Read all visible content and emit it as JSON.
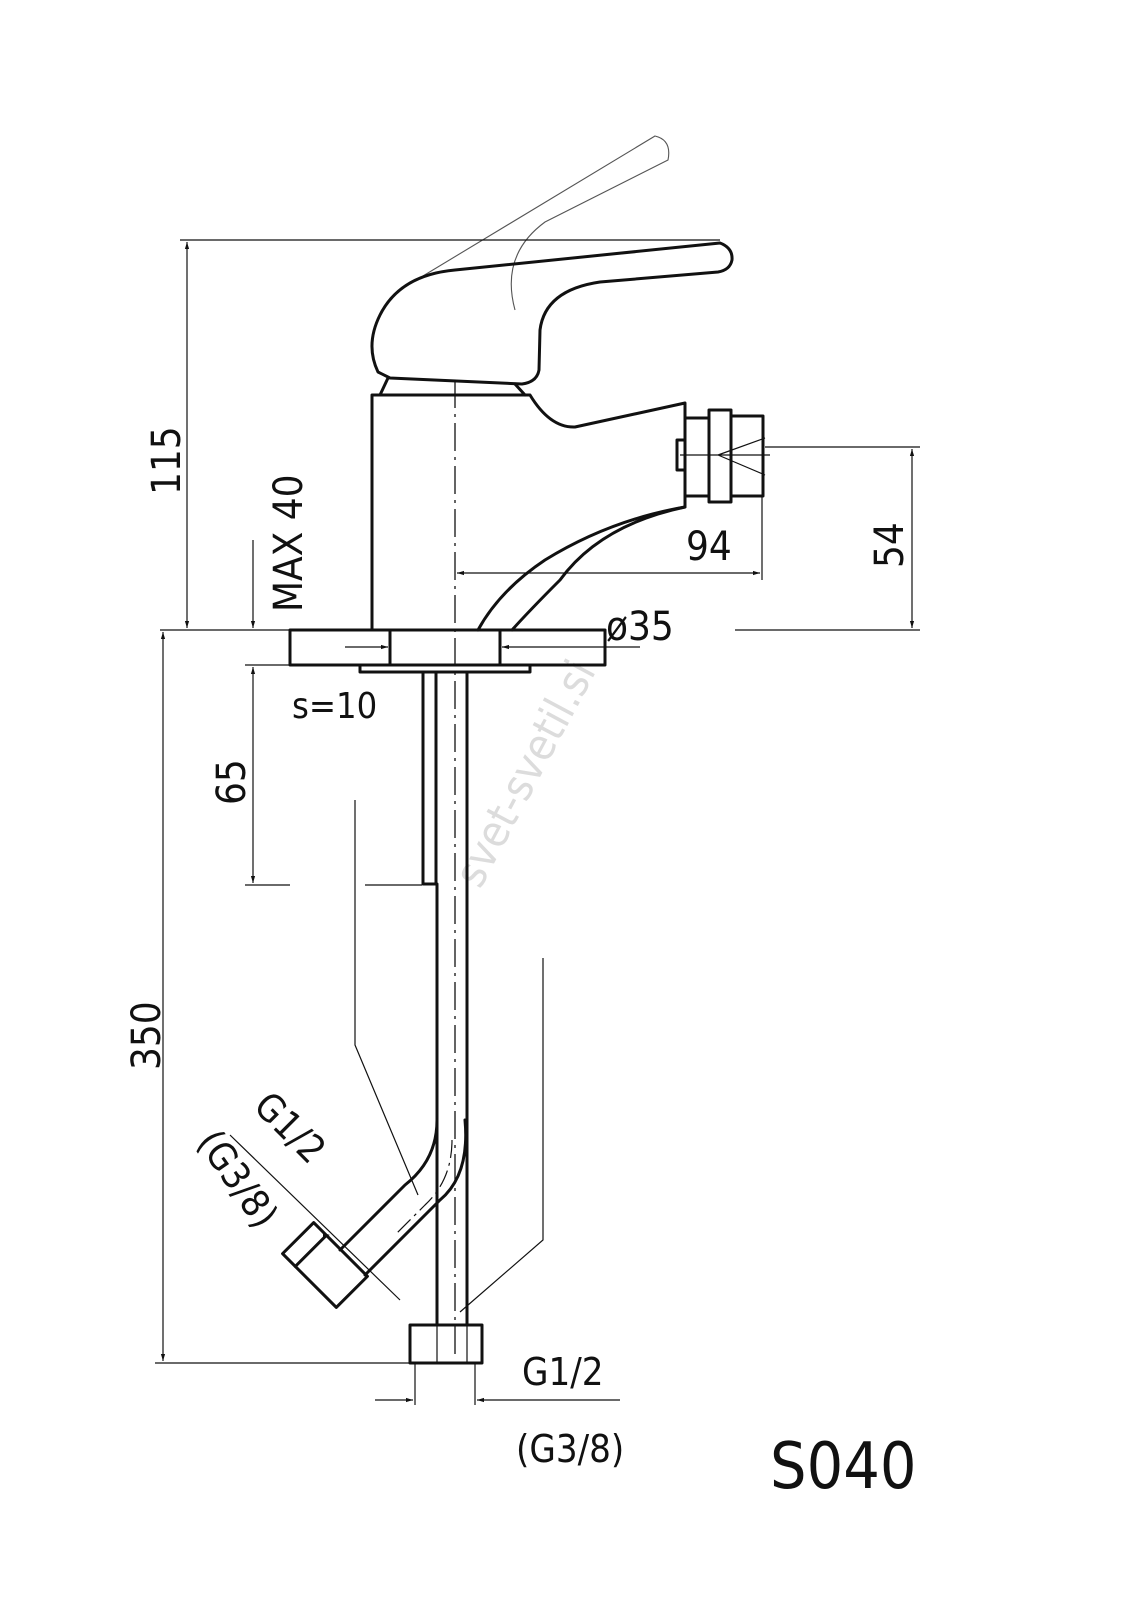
{
  "drawing": {
    "model": "S040",
    "watermark": "svet-svetil.si",
    "dimensions": {
      "total_height": "115",
      "max_plate": "MAX 40",
      "spout_reach": "94",
      "spout_height": "54",
      "hole_diameter": "ø35",
      "plate_thickness": "s=10",
      "rod_length": "65",
      "hose_length": "350",
      "side_thread": "G1/2",
      "side_thread_alt": "(G3/8)",
      "bottom_thread": "G1/2",
      "bottom_thread_alt": "(G3/8)"
    }
  }
}
